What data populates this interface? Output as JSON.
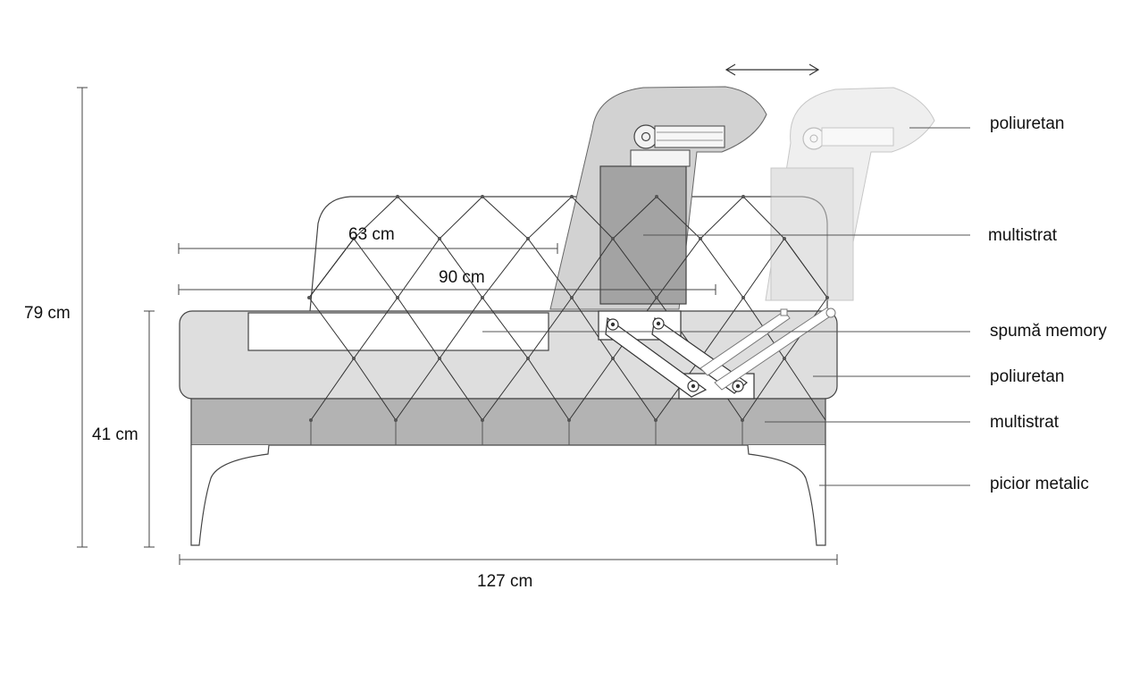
{
  "dimensions": {
    "total_height": "79 cm",
    "seat_height": "41 cm",
    "seat_depth_63": "63 cm",
    "seat_depth_90": "90 cm",
    "total_depth": "127 cm"
  },
  "parts": [
    {
      "label": "poliuretan"
    },
    {
      "label": "multistrat"
    },
    {
      "label": "spumă memory"
    },
    {
      "label": "poliuretan"
    },
    {
      "label": "multistrat"
    },
    {
      "label": "picior metalic"
    }
  ],
  "colors": {
    "line": "#333333",
    "seat_fill": "#dedede",
    "base_fill": "#b3b3b3",
    "board_fill": "#a3a3a3",
    "headrest_fill": "#c8c8c8",
    "ghost_fill": "#e6e6e6"
  }
}
